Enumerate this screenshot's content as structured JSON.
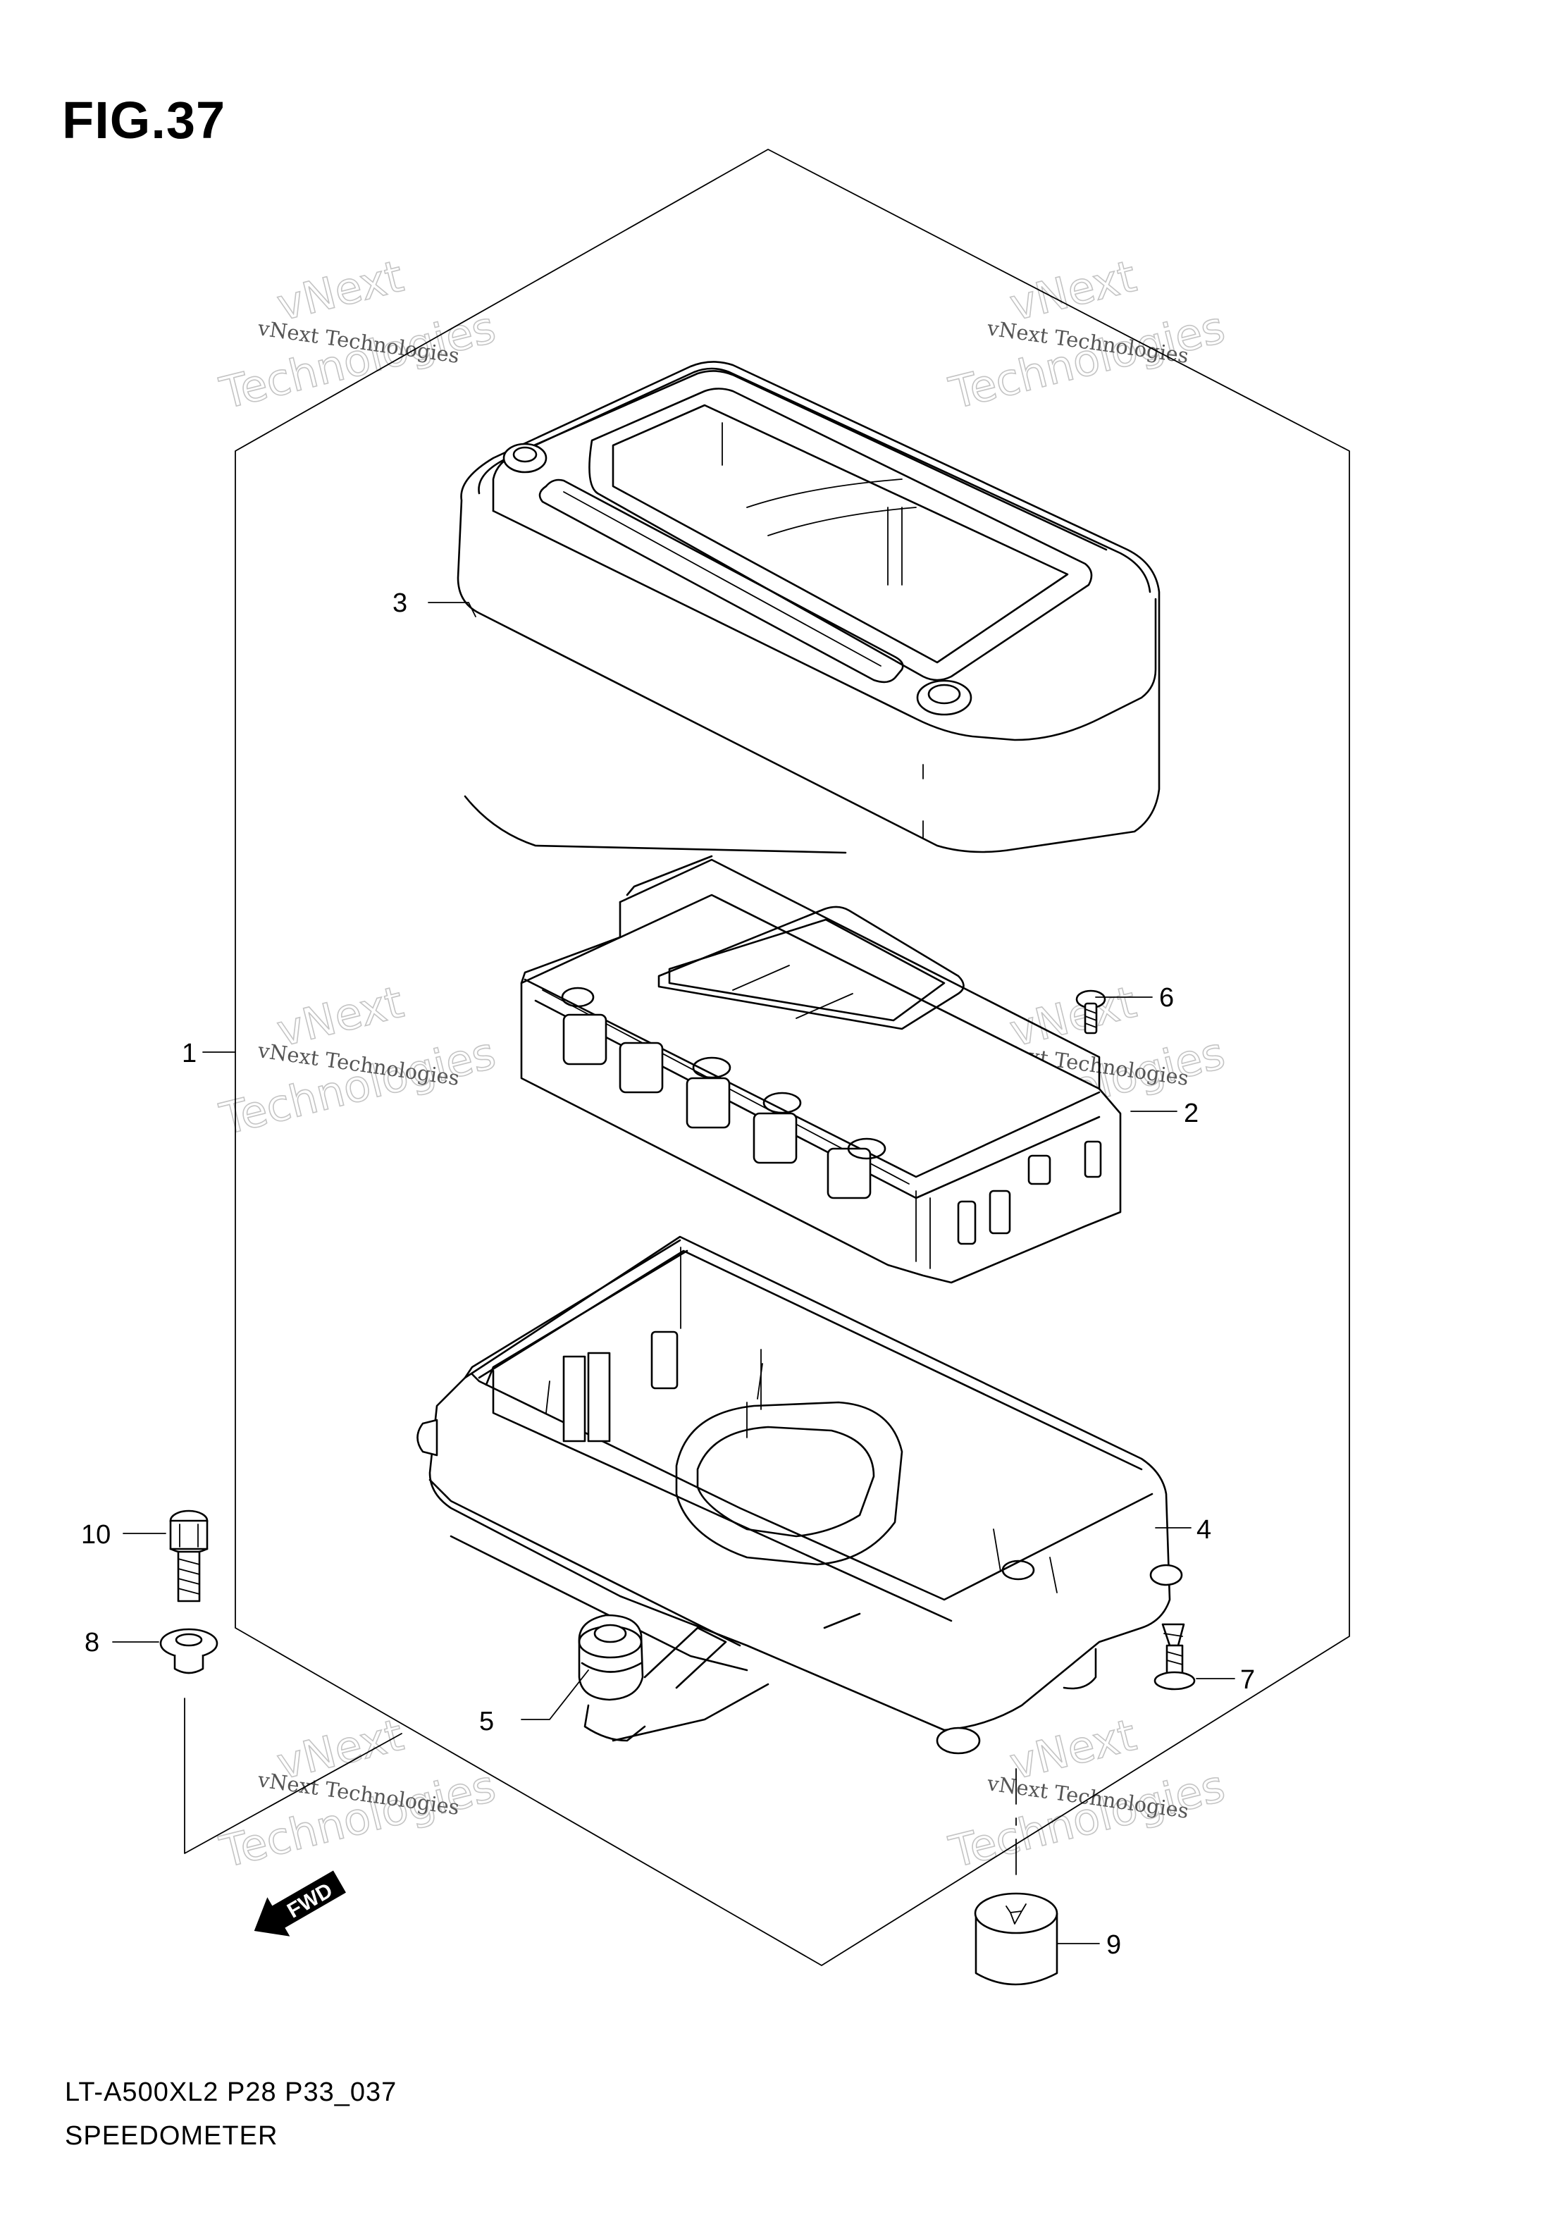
{
  "figure": {
    "title": "FIG.37",
    "model_code": "LT-A500XL2 P28 P33_037",
    "name": "SPEEDOMETER"
  },
  "callouts": [
    "1",
    "2",
    "3",
    "4",
    "5",
    "6",
    "7",
    "8",
    "9",
    "10"
  ],
  "watermark": {
    "line1": "vNext Technologies",
    "line2": "vNext",
    "line3": "Technologies"
  },
  "direction_badge": "FWD"
}
